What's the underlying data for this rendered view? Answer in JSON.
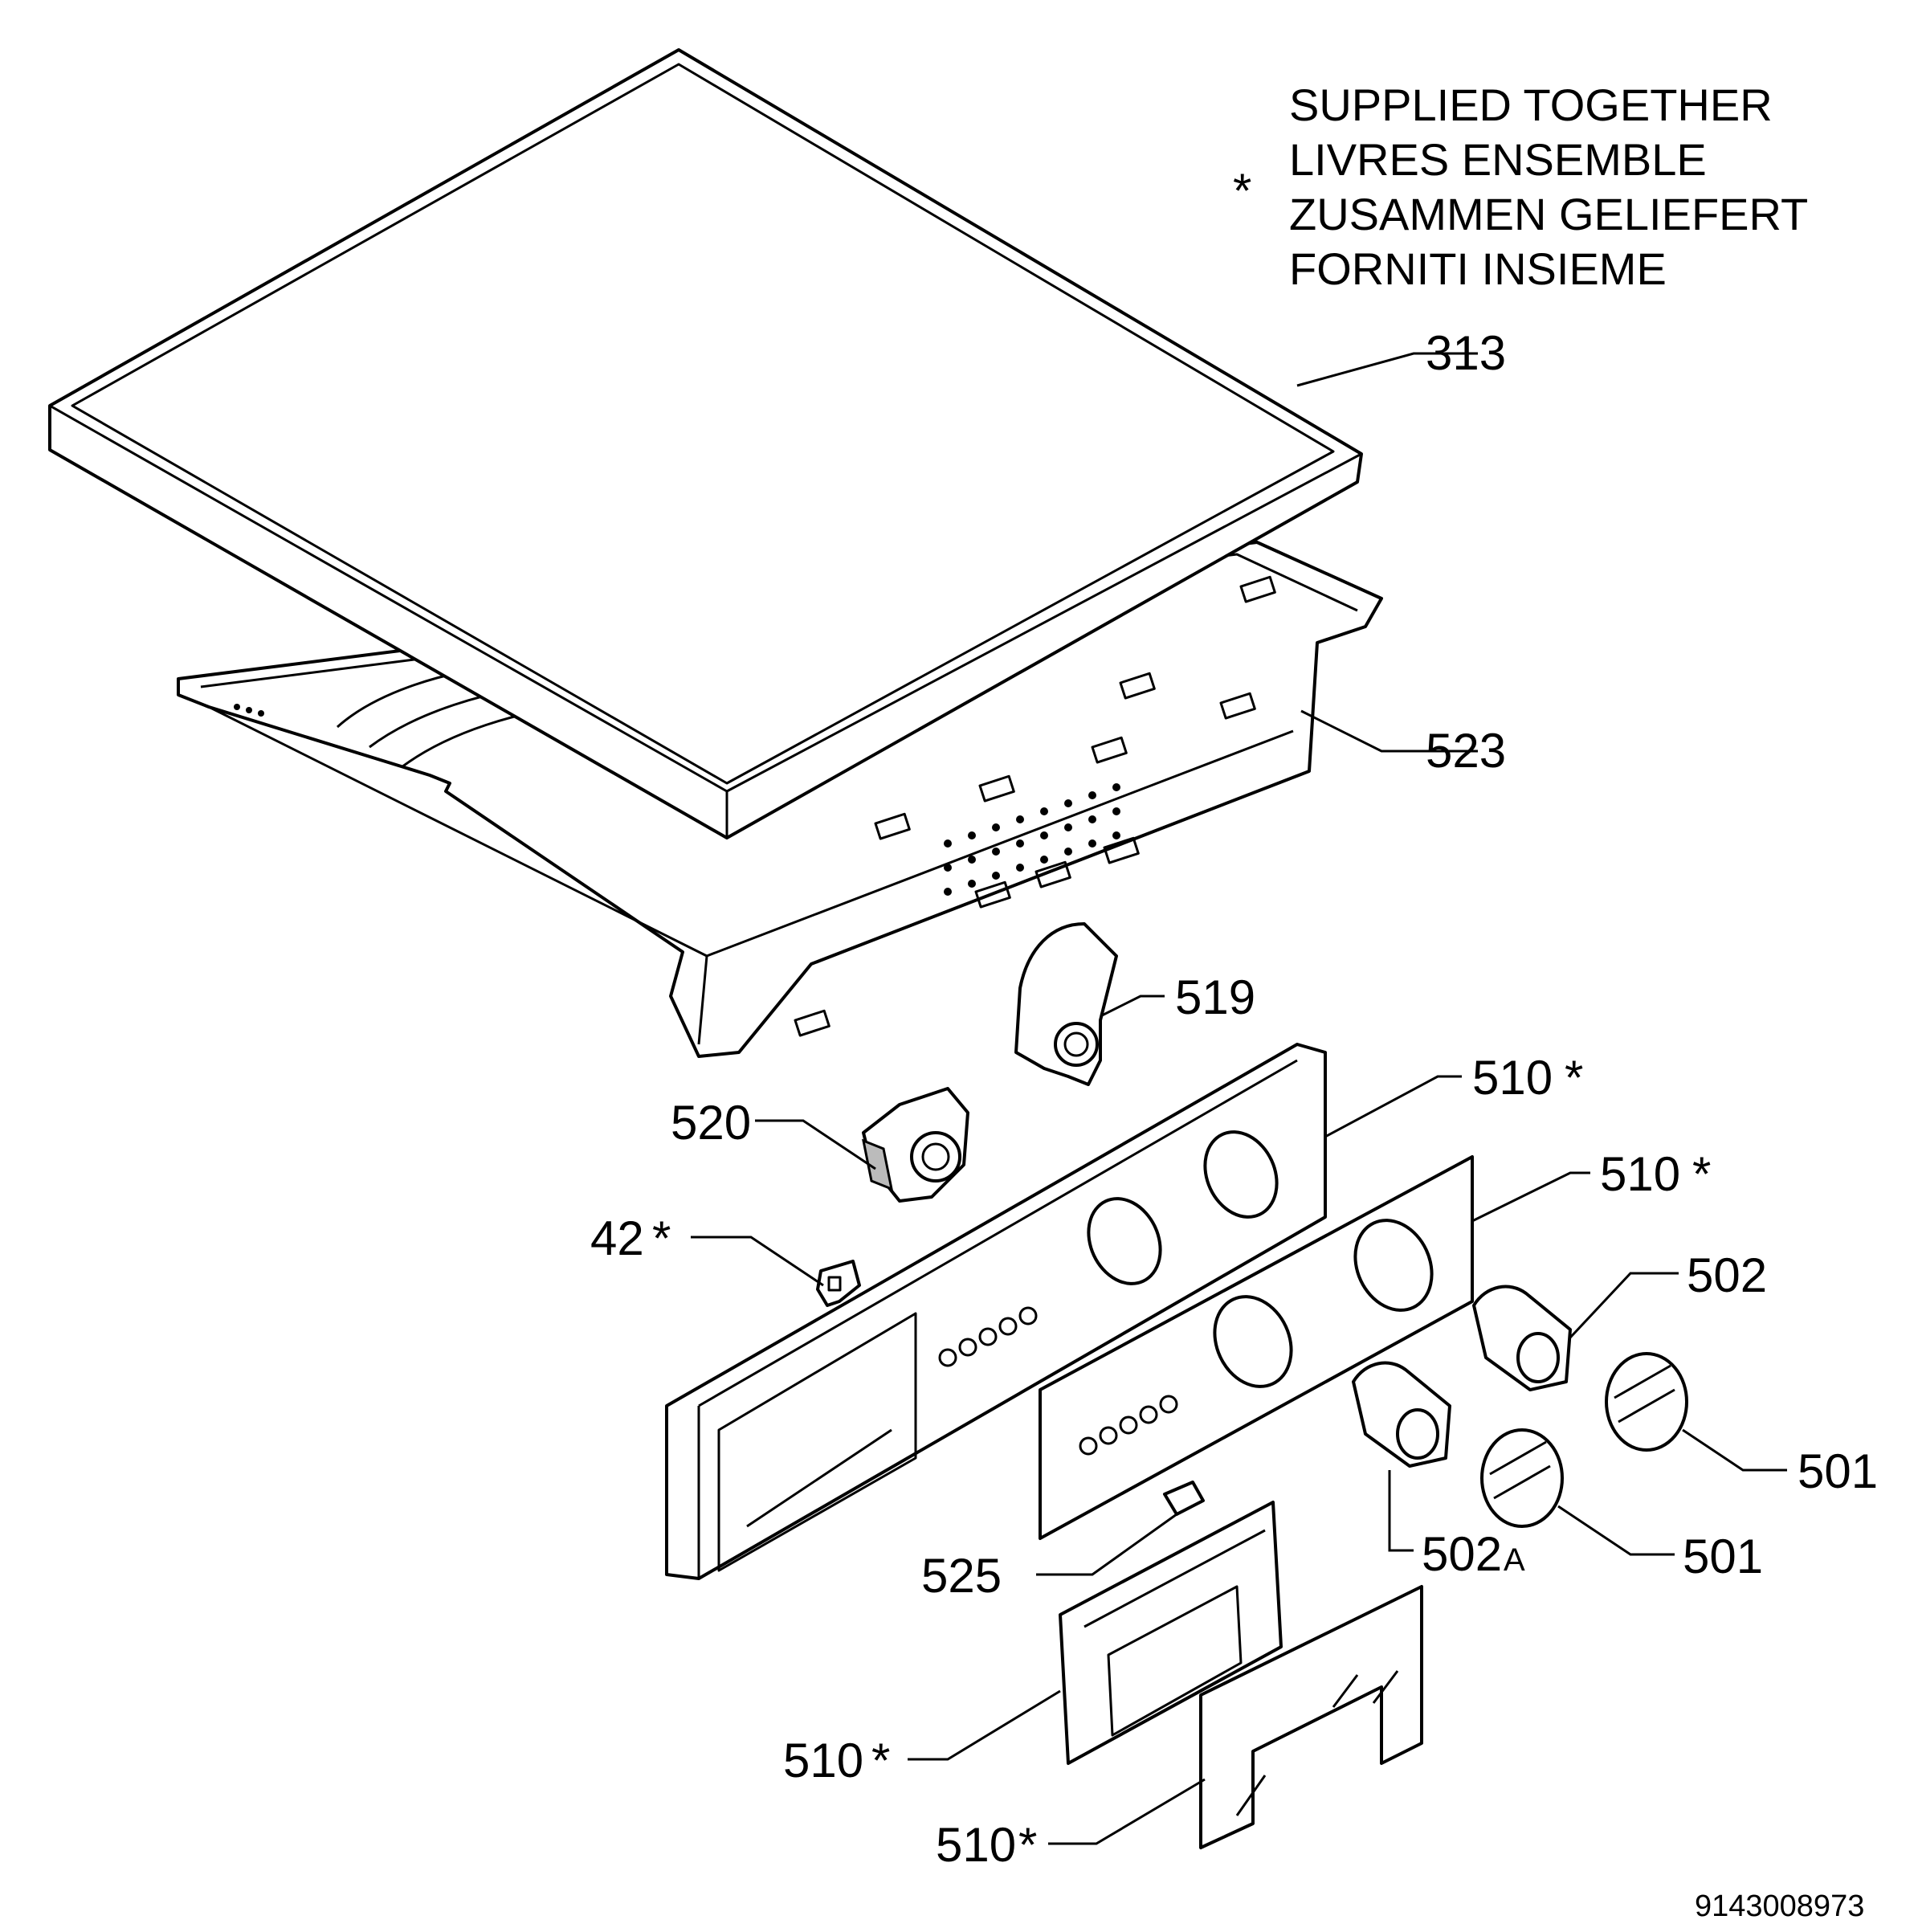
{
  "note": {
    "symbol": "*",
    "lines": [
      "SUPPLIED TOGETHER",
      "LIVRES ENSEMBLE",
      "ZUSAMMEN GELIEFERT",
      "FORNITI INSIEME"
    ]
  },
  "callouts": {
    "p313": "313",
    "p523": "523",
    "p519": "519",
    "p520": "520",
    "p510a": "510",
    "p510b": "510",
    "p42": "42",
    "p502": "502",
    "p501a": "501",
    "p502a_num": "502",
    "p502a_suffix": "A",
    "p501b": "501",
    "p525": "525",
    "p510c": "510",
    "p510d": "510"
  },
  "doc_number": "9143008973"
}
